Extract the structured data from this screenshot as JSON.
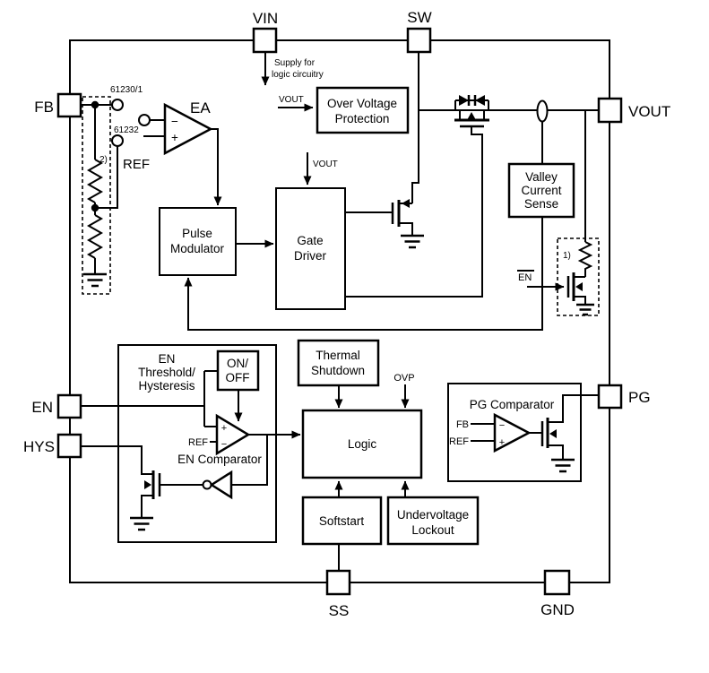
{
  "colors": {
    "line": "#000000",
    "background": "#ffffff"
  },
  "pins": {
    "vin": "VIN",
    "sw": "SW",
    "fb": "FB",
    "en": "EN",
    "hys": "HYS",
    "vout": "VOUT",
    "pg": "PG",
    "ss": "SS",
    "gnd": "GND"
  },
  "blocks": {
    "over_voltage_protection": {
      "lines": [
        "Over Voltage",
        "Protection"
      ]
    },
    "pulse_modulator": {
      "lines": [
        "Pulse",
        "Modulator"
      ]
    },
    "gate_driver": {
      "lines": [
        "Gate",
        "Driver"
      ]
    },
    "valley_current_sense": {
      "lines": [
        "Valley",
        "Current",
        "Sense"
      ]
    },
    "en_threshold": {
      "lines": [
        "EN",
        "Threshold/",
        "Hysteresis"
      ]
    },
    "on_off": {
      "lines": [
        "ON/",
        "OFF"
      ]
    },
    "en_comparator_label": "EN Comparator",
    "thermal_shutdown": {
      "lines": [
        "Thermal",
        "Shutdown"
      ]
    },
    "logic": {
      "label": "Logic"
    },
    "softstart": {
      "label": "Softstart"
    },
    "undervoltage_lockout": {
      "lines": [
        "Undervoltage",
        "Lockout"
      ]
    },
    "pg_comparator": {
      "label": "PG Comparator"
    }
  },
  "labels": {
    "supply_note": [
      "Supply for",
      "logic circuitry"
    ],
    "vout_to_ovp": "VOUT",
    "vout_to_gate_driver": "VOUT",
    "ovp_signal": "OVP",
    "error_amp": "EA",
    "ref": "REF",
    "ref_en_comparator": "REF",
    "fb_pg_comparator": "FB",
    "ref_pg_comparator": "REF",
    "en_inverted": "EN",
    "variant_61230_1": "61230/1",
    "variant_61232": "61232",
    "footnote_1": "1)",
    "footnote_2": "2)"
  },
  "glyphs": {
    "plus": "+",
    "minus": "−"
  }
}
